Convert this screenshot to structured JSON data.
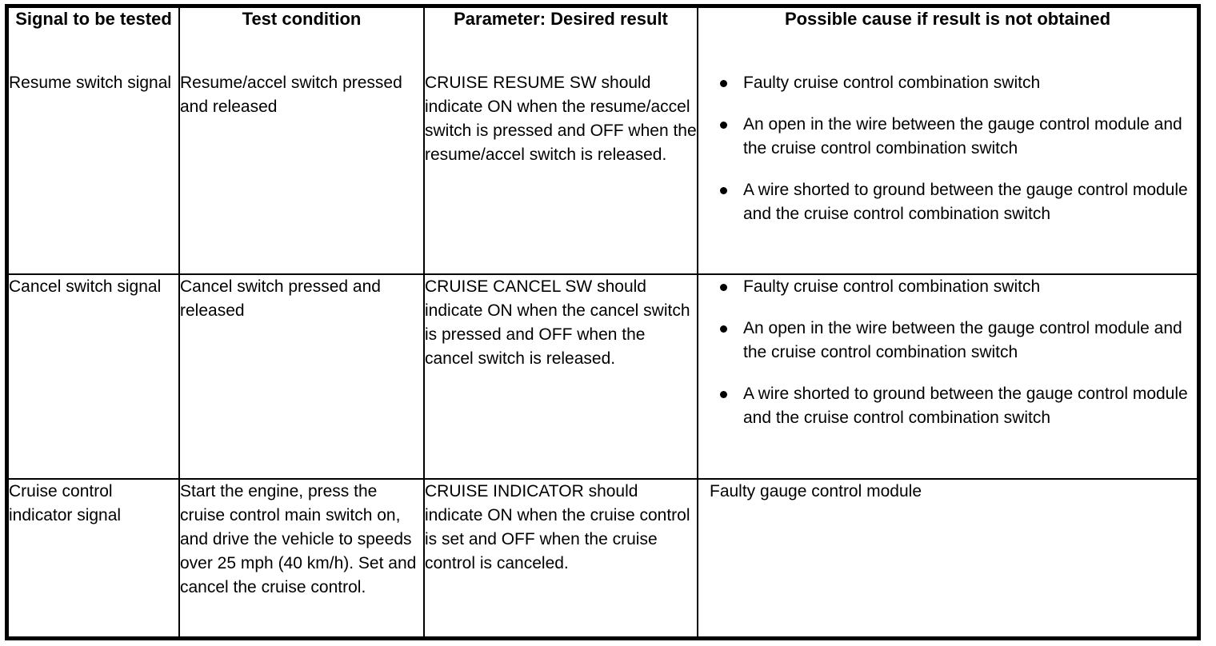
{
  "table": {
    "columns": [
      "Signal to be tested",
      "Test condition",
      "Parameter: Desired result",
      "Possible cause if result is not obtained"
    ],
    "rows": [
      {
        "signal": "Resume switch signal",
        "test_condition": "Resume/accel switch pressed and released",
        "parameter": "CRUISE RESUME SW should indicate ON when the resume/accel switch is pressed and OFF when the resume/accel switch is released.",
        "causes": [
          "Faulty cruise control combination switch",
          "An open in the wire between the gauge control module and the cruise control combination switch",
          "A wire shorted to ground between the gauge control module and the cruise control combination switch"
        ],
        "causes_bulleted": true
      },
      {
        "signal": "Cancel switch signal",
        "test_condition": "Cancel switch pressed and released",
        "parameter": "CRUISE CANCEL SW should indicate ON when the cancel switch is pressed and OFF when the cancel switch is released.",
        "causes": [
          "Faulty cruise control combination switch",
          "An open in the wire between the gauge control module and the cruise control combination switch",
          "A wire shorted to ground between the gauge control module and the cruise control combination switch"
        ],
        "causes_bulleted": true
      },
      {
        "signal": "Cruise control indicator signal",
        "test_condition": "Start the engine, press the cruise control main switch on, and drive the vehicle to speeds over 25 mph (40 km/h). Set and cancel the cruise control.",
        "parameter": "CRUISE INDICATOR should indicate ON when the cruise control is set and OFF when the cruise control is canceled.",
        "causes": [
          "Faulty gauge control module"
        ],
        "causes_bulleted": false
      }
    ]
  },
  "style": {
    "border_color": "#000000",
    "text_color": "#000000",
    "background": "#ffffff"
  }
}
